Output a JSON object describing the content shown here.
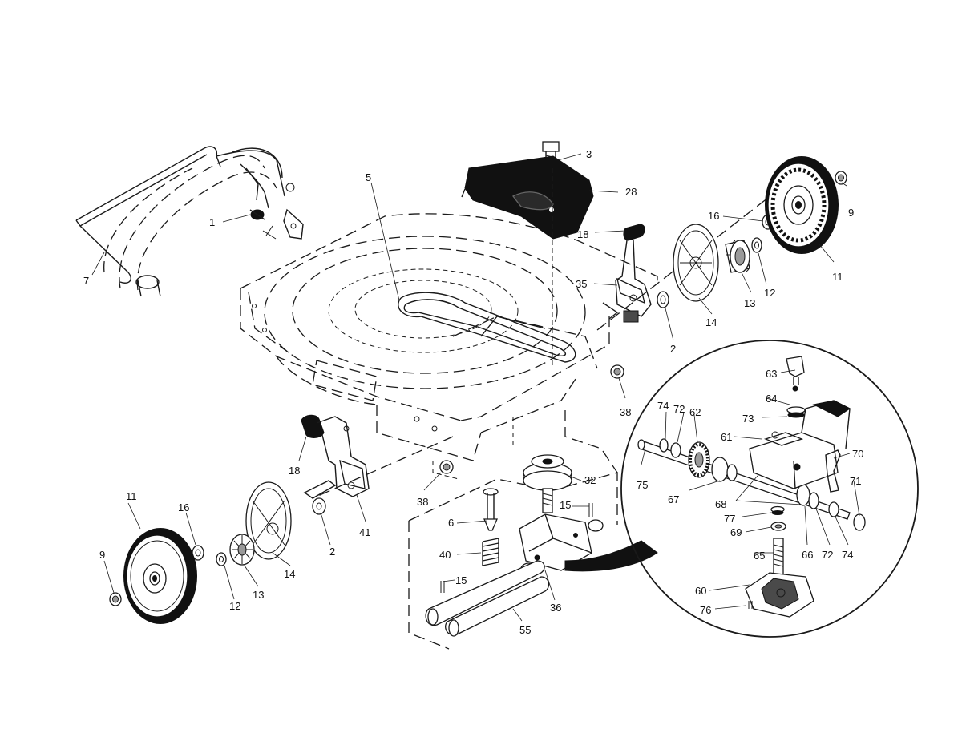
{
  "diagram": {
    "callouts": [
      "1",
      "2",
      "2",
      "3",
      "5",
      "6",
      "7",
      "9",
      "9",
      "11",
      "11",
      "12",
      "12",
      "13",
      "13",
      "14",
      "14",
      "15",
      "15",
      "16",
      "16",
      "18",
      "18",
      "28",
      "32",
      "35",
      "36",
      "38",
      "38",
      "40",
      "41",
      "55",
      "60",
      "61",
      "62",
      "63",
      "64",
      "65",
      "66",
      "67",
      "68",
      "69",
      "70",
      "71",
      "72",
      "72",
      "73",
      "74",
      "74",
      "75",
      "76",
      "77"
    ]
  }
}
